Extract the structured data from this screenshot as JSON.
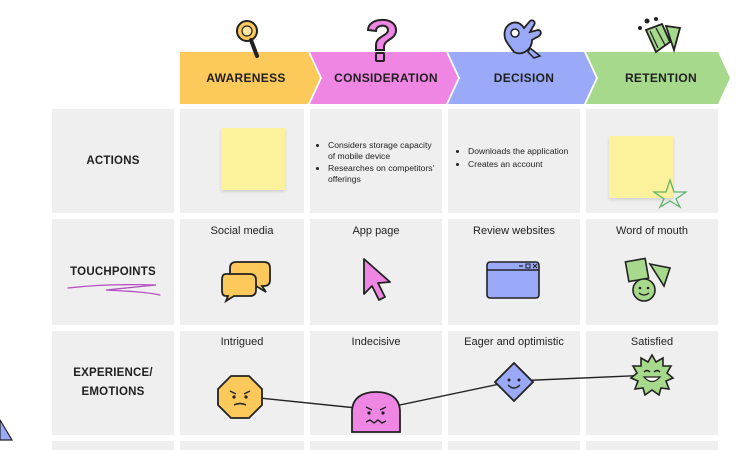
{
  "stages": [
    {
      "label": "AWARENESS",
      "color": "#fdc95a",
      "icon": "magnifier-icon"
    },
    {
      "label": "CONSIDERATION",
      "color": "#ef86e3",
      "icon": "question-mark-icon"
    },
    {
      "label": "DECISION",
      "color": "#9aa9f8",
      "icon": "ok-hand-icon"
    },
    {
      "label": "RETENTION",
      "color": "#a7d98d",
      "icon": "party-popper-icon"
    }
  ],
  "rows": {
    "actions": "ACTIONS",
    "touchpoints": "TOUCHPOINTS",
    "experience_line1": "EXPERIENCE/",
    "experience_line2": "EMOTIONS"
  },
  "actions": {
    "consideration": [
      "Considers storage capacity of mobile device",
      "Researches on competitors' offerings"
    ],
    "decision": [
      "Downloads the application",
      "Creates an account"
    ]
  },
  "touchpoints": [
    {
      "label": "Social media",
      "icon": "speech-bubbles-icon"
    },
    {
      "label": "App page",
      "icon": "cursor-icon"
    },
    {
      "label": "Review websites",
      "icon": "browser-window-icon"
    },
    {
      "label": "Word of mouth",
      "icon": "shapes-icon"
    }
  ],
  "emotions": [
    {
      "label": "Intrigued",
      "icon": "octagon-face-icon"
    },
    {
      "label": "Indecisive",
      "icon": "worried-face-icon"
    },
    {
      "label": "Eager and optimistic",
      "icon": "diamond-face-icon"
    },
    {
      "label": "Satisfied",
      "icon": "happy-burst-face-icon"
    }
  ],
  "colors": {
    "sticky": "#fdf29c",
    "cell": "#efefef",
    "purple_scribble": "#b34fc0",
    "green_star": "#5fb36a"
  }
}
